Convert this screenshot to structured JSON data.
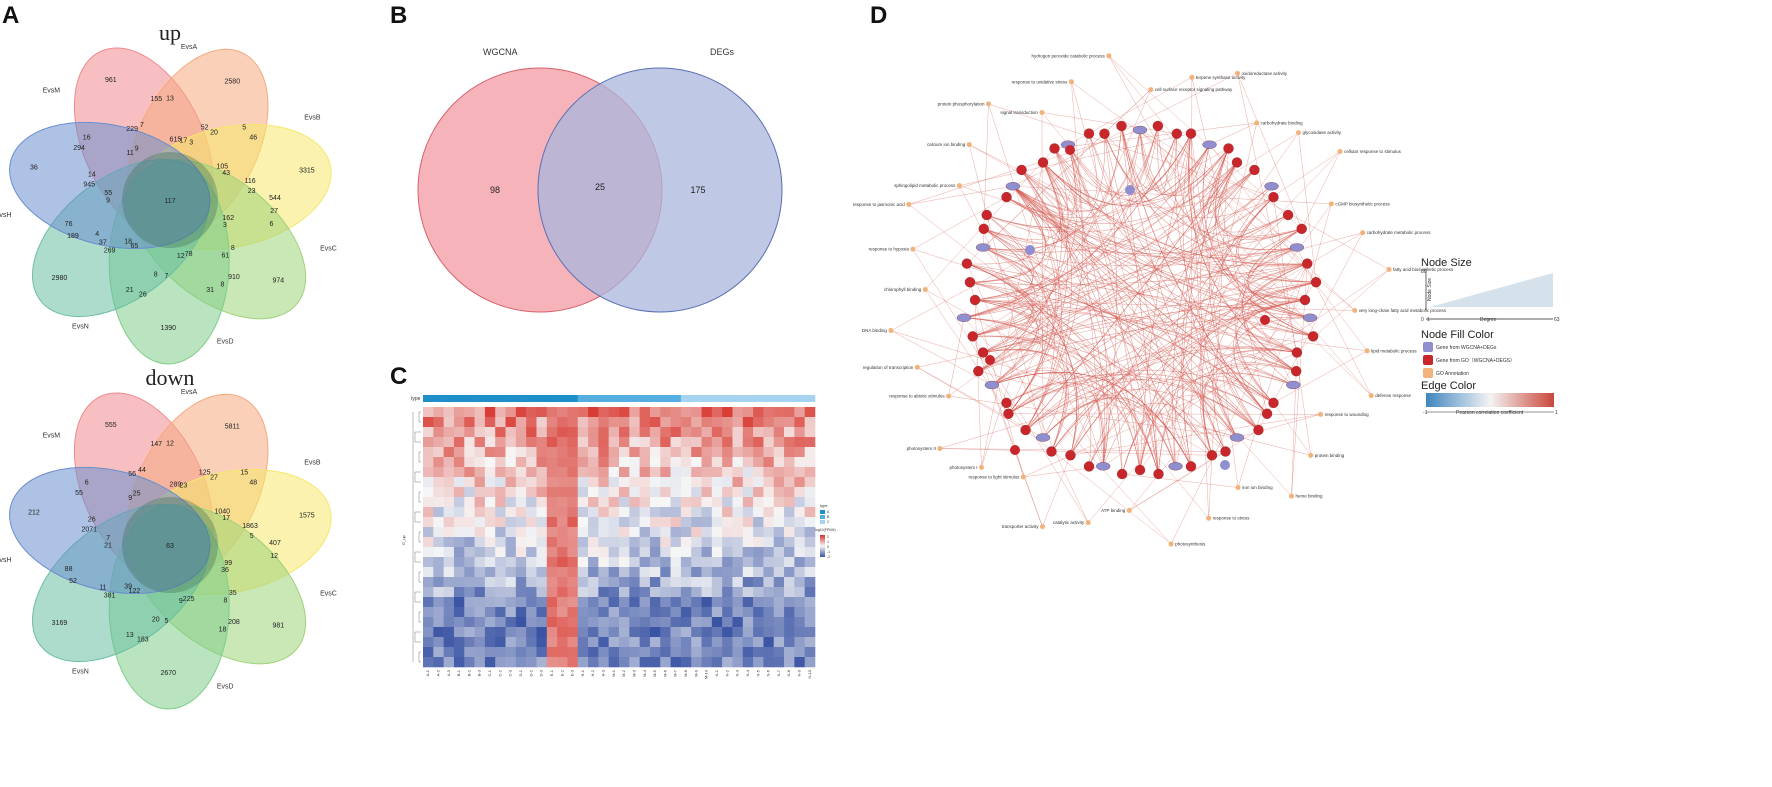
{
  "panels": {
    "A": {
      "letter": "A",
      "up": {
        "title": "up",
        "sets": [
          "EvsA",
          "EvsB",
          "EvsC",
          "EvsD",
          "EvsN",
          "EvsH",
          "EvsM"
        ],
        "center": "117",
        "exclusive": [
          "961",
          "2580",
          "3315",
          "974",
          "1390",
          "2980",
          "36"
        ],
        "colors": [
          "#f08a8f",
          "#f6a980",
          "#f5e86b",
          "#9fd37a",
          "#7fce8a",
          "#6bbfa2",
          "#6a8fce"
        ],
        "numbers": [
          "544",
          "269",
          "615",
          "910",
          "945",
          "105",
          "26",
          "229",
          "162",
          "189",
          "52",
          "78",
          "294",
          "116",
          "65",
          "155",
          "8",
          "9",
          "5",
          "7",
          "11",
          "27",
          "37",
          "17",
          "8",
          "14",
          "43",
          "21",
          "7",
          "3",
          "76",
          "20",
          "12",
          "16",
          "23",
          "18",
          "13",
          "61",
          "55",
          "46",
          "8",
          "9",
          "6",
          "4",
          "3",
          "31"
        ]
      },
      "down": {
        "title": "down",
        "sets": [
          "EvsA",
          "EvsB",
          "EvsC",
          "EvsD",
          "EvsN",
          "EvsH",
          "EvsM"
        ],
        "center": "63",
        "exclusive": [
          "555",
          "5811",
          "1575",
          "981",
          "2670",
          "3169",
          "212"
        ],
        "colors": [
          "#f08a8f",
          "#f6a980",
          "#f5e86b",
          "#9fd37a",
          "#7fce8a",
          "#6bbfa2",
          "#6a8fce"
        ],
        "numbers": [
          "407",
          "381",
          "289",
          "208",
          "2071",
          "1040",
          "183",
          "56",
          "99",
          "52",
          "125",
          "225",
          "55",
          "1863",
          "122",
          "147",
          "35",
          "21",
          "15",
          "5",
          "9",
          "12",
          "11",
          "23",
          "18",
          "26",
          "17",
          "13",
          "44",
          "36",
          "88",
          "27",
          "9",
          "6",
          "5",
          "39",
          "12",
          "8",
          "7",
          "48",
          "20",
          "25"
        ]
      }
    },
    "B": {
      "letter": "B",
      "left_label": "WGCNA",
      "right_label": "DEGs",
      "left_only": "98",
      "overlap": "25",
      "right_only": "175",
      "left_color": "#f4a7ae",
      "right_color": "#a9b6dc"
    },
    "C": {
      "letter": "C",
      "type_label": "type",
      "row_axis_label": "G_up",
      "legend_type_label": "type",
      "legend_type_entries": [
        "A",
        "B",
        "C"
      ],
      "legend_value_label": "log10(FPKM)",
      "legend_values": [
        "2",
        "1",
        "0",
        "-1",
        "-2"
      ],
      "col_labels": [
        "A-1",
        "A-2",
        "A-3",
        "B-1",
        "B-2",
        "B-3",
        "C-1",
        "C-2",
        "C-3",
        "D-1",
        "D-2",
        "D-3",
        "E-1",
        "E-2",
        "E-3",
        "H-1",
        "H-2",
        "H-3",
        "M-1",
        "M-2",
        "M-3",
        "M-4",
        "M-5",
        "M-6",
        "M-7",
        "M-8",
        "M-9",
        "M-10",
        "N-1",
        "N-2",
        "N-3",
        "N-4",
        "N-5",
        "N-6",
        "N-7",
        "N-8",
        "N-9",
        "N-10"
      ],
      "type_colors": [
        "#1f8fc9",
        "#1f8fc9",
        "#1f8fc9",
        "#1f8fc9",
        "#1f8fc9",
        "#1f8fc9",
        "#1f8fc9",
        "#1f8fc9",
        "#1f8fc9",
        "#1f8fc9",
        "#1f8fc9",
        "#1f8fc9",
        "#1f8fc9",
        "#1f8fc9",
        "#1f8fc9",
        "#55aee0",
        "#55aee0",
        "#55aee0",
        "#55aee0",
        "#55aee0",
        "#55aee0",
        "#55aee0",
        "#55aee0",
        "#55aee0",
        "#55aee0",
        "#a6d3ef",
        "#a6d3ef",
        "#a6d3ef",
        "#a6d3ef",
        "#a6d3ef",
        "#a6d3ef",
        "#a6d3ef",
        "#a6d3ef",
        "#a6d3ef",
        "#a6d3ef",
        "#a6d3ef",
        "#a6d3ef",
        "#a6d3ef"
      ],
      "colors": {
        "high": "#d73027",
        "mid": "#f7f7f7",
        "low": "#3a54a4"
      }
    },
    "D": {
      "letter": "D",
      "legend": {
        "node_size_title": "Node Size",
        "node_size_max": "30",
        "node_size_min": "0",
        "degree_label": "Degree",
        "degree_min": "1",
        "degree_max": "63",
        "node_size_axis": "Node Size",
        "fill_title": "Node Fill Color",
        "fill_entries": [
          {
            "label": "Gene from WGCNA+DEGs",
            "color": "#8f8fcf"
          },
          {
            "label": "Gene from GO（WGCNA+DEGS）",
            "color": "#c8262b"
          },
          {
            "label": "GO Annotation",
            "color": "#f2b27a"
          }
        ],
        "edge_title": "Edge Color",
        "edge_min": "-1",
        "edge_max": "1",
        "edge_axis": "Pearson correlation coefficient"
      },
      "go_labels": [
        "cell surface receptor signaling pathway",
        "terpene synthase activity",
        "oxidoreductase activity",
        "carbohydrate binding",
        "glycosidase activity",
        "cellular response to stimulus",
        "cGMP biosynthetic process",
        "carbohydrate metabolic process",
        "fatty acid biosynthetic process",
        "very long-chain fatty acid metabolic process",
        "lipid metabolic process",
        "defense response",
        "response to wounding",
        "protein binding",
        "heme binding",
        "iron ion binding",
        "response to stress",
        "photosynthesis",
        "ATP binding",
        "catalytic activity",
        "transporter activity",
        "response to light stimulus",
        "photosystem I",
        "photosystem II",
        "response to abiotic stimulus",
        "regulation of transcription",
        "DNA binding",
        "chlorophyll binding",
        "response to hypoxia",
        "response to jasmonic acid",
        "sphingolipid metabolic process",
        "calcium ion binding",
        "protein phosphorylation",
        "signal transduction",
        "response to oxidative stress",
        "hydrogen peroxide catabolic process"
      ]
    }
  }
}
